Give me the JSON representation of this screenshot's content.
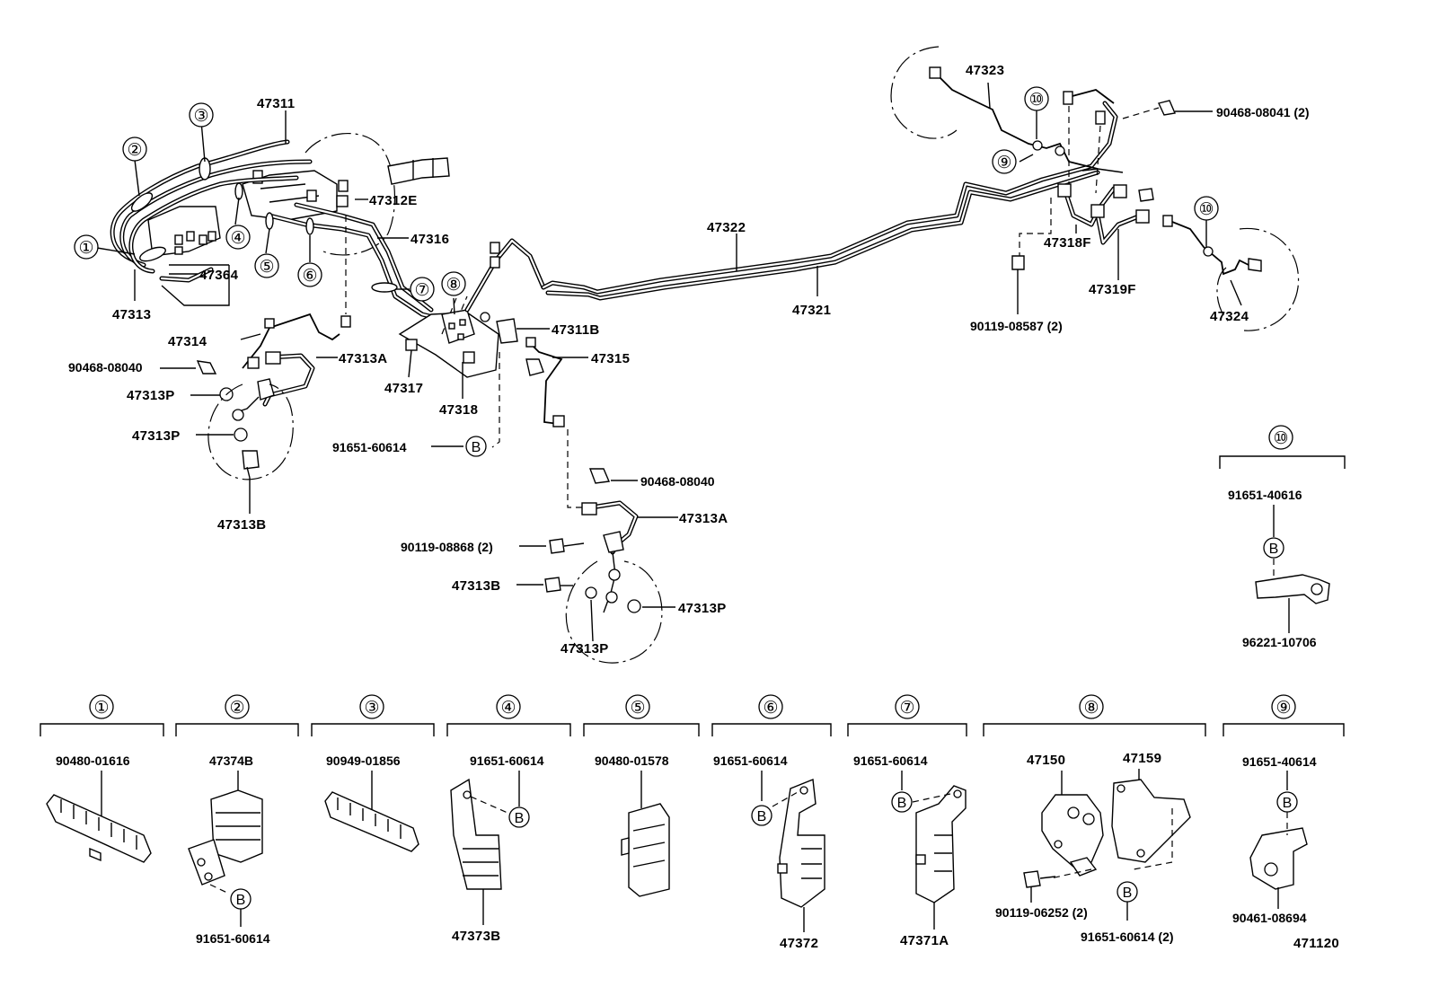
{
  "diagram": {
    "code": "471120",
    "top_labels": {
      "p47311": "47311",
      "p47312E": "47312E",
      "p47316": "47316",
      "p47364": "47364",
      "p47313": "47313",
      "p47314": "47314",
      "p47313A_1": "47313A",
      "p90468_08040_1": "90468-08040",
      "p47313P_1": "47313P",
      "p47313P_2": "47313P",
      "p47313B_1": "47313B",
      "p47317": "47317",
      "p47318": "47318",
      "p47311B": "47311B",
      "p47315": "47315",
      "p91651_60614_main": "91651-60614",
      "p90468_08040_2": "90468-08040",
      "p47313A_2": "47313A",
      "p90119_08868": "90119-08868 (2)",
      "p47313B_2": "47313B",
      "p47313P_3": "47313P",
      "p47313P_4": "47313P",
      "p47322": "47322",
      "p47321": "47321",
      "p47323": "47323",
      "p90468_08041": "90468-08041 (2)",
      "p47318F": "47318F",
      "p47319F": "47319F",
      "p90119_08587": "90119-08587 (2)",
      "p47324": "47324"
    },
    "callouts": [
      "①",
      "②",
      "③",
      "④",
      "⑤",
      "⑥",
      "⑦",
      "⑧",
      "⑨",
      "⑩"
    ],
    "b_mark": "B",
    "detail10": {
      "num": "⑩",
      "top": "91651-40616",
      "bottom": "96221-10706"
    },
    "clamp_details": [
      {
        "num": "①",
        "top": "90480-01616",
        "bottom": ""
      },
      {
        "num": "②",
        "top": "47374B",
        "bottom": "91651-60614"
      },
      {
        "num": "③",
        "top": "90949-01856",
        "bottom": ""
      },
      {
        "num": "④",
        "top": "91651-60614",
        "bottom": "47373B"
      },
      {
        "num": "⑤",
        "top": "90480-01578",
        "bottom": ""
      },
      {
        "num": "⑥",
        "top": "91651-60614",
        "bottom": "47372"
      },
      {
        "num": "⑦",
        "top": "91651-60614",
        "bottom": "47371A"
      },
      {
        "num": "⑧",
        "top": "47150",
        "top2": "47159",
        "bottom": "90119-06252 (2)",
        "bottom2": "91651-60614 (2)"
      },
      {
        "num": "⑨",
        "top": "91651-40614",
        "bottom": "90461-08694"
      }
    ]
  }
}
